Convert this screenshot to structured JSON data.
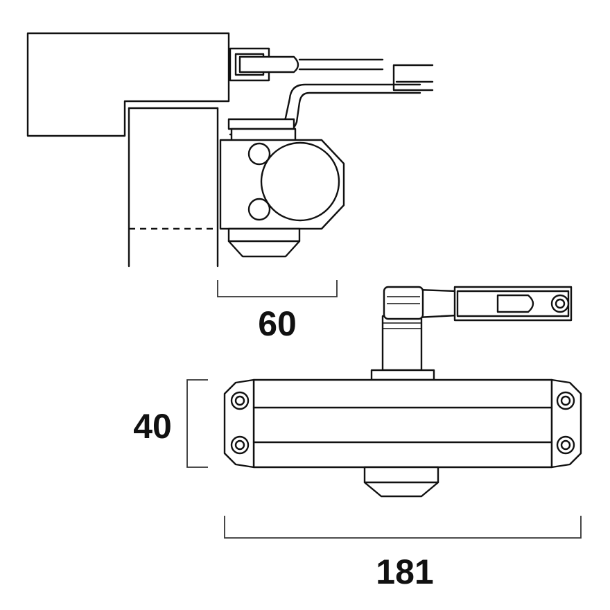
{
  "dimensions": {
    "depth": "60",
    "height": "40",
    "length": "181"
  },
  "colors": {
    "line": "#111111",
    "background": "#ffffff"
  }
}
